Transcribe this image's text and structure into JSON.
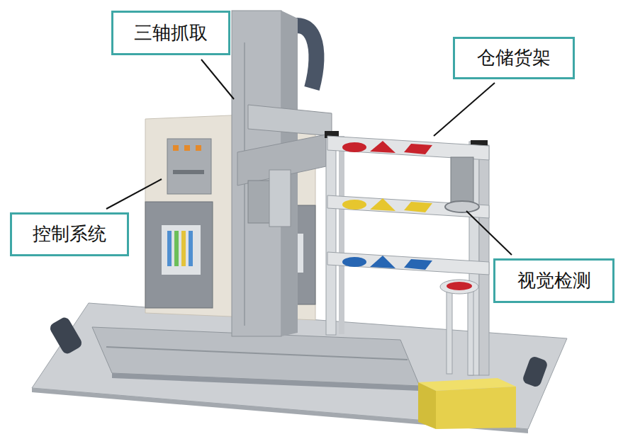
{
  "diagram": {
    "nodes": [
      {
        "text": [
          "三轴抓取"
        ]
      },
      {
        "text": [
          "仓储货架"
        ]
      },
      {
        "text": [
          "控制系统"
        ]
      },
      {
        "text": [
          "视觉检测"
        ]
      }
    ]
  }
}
